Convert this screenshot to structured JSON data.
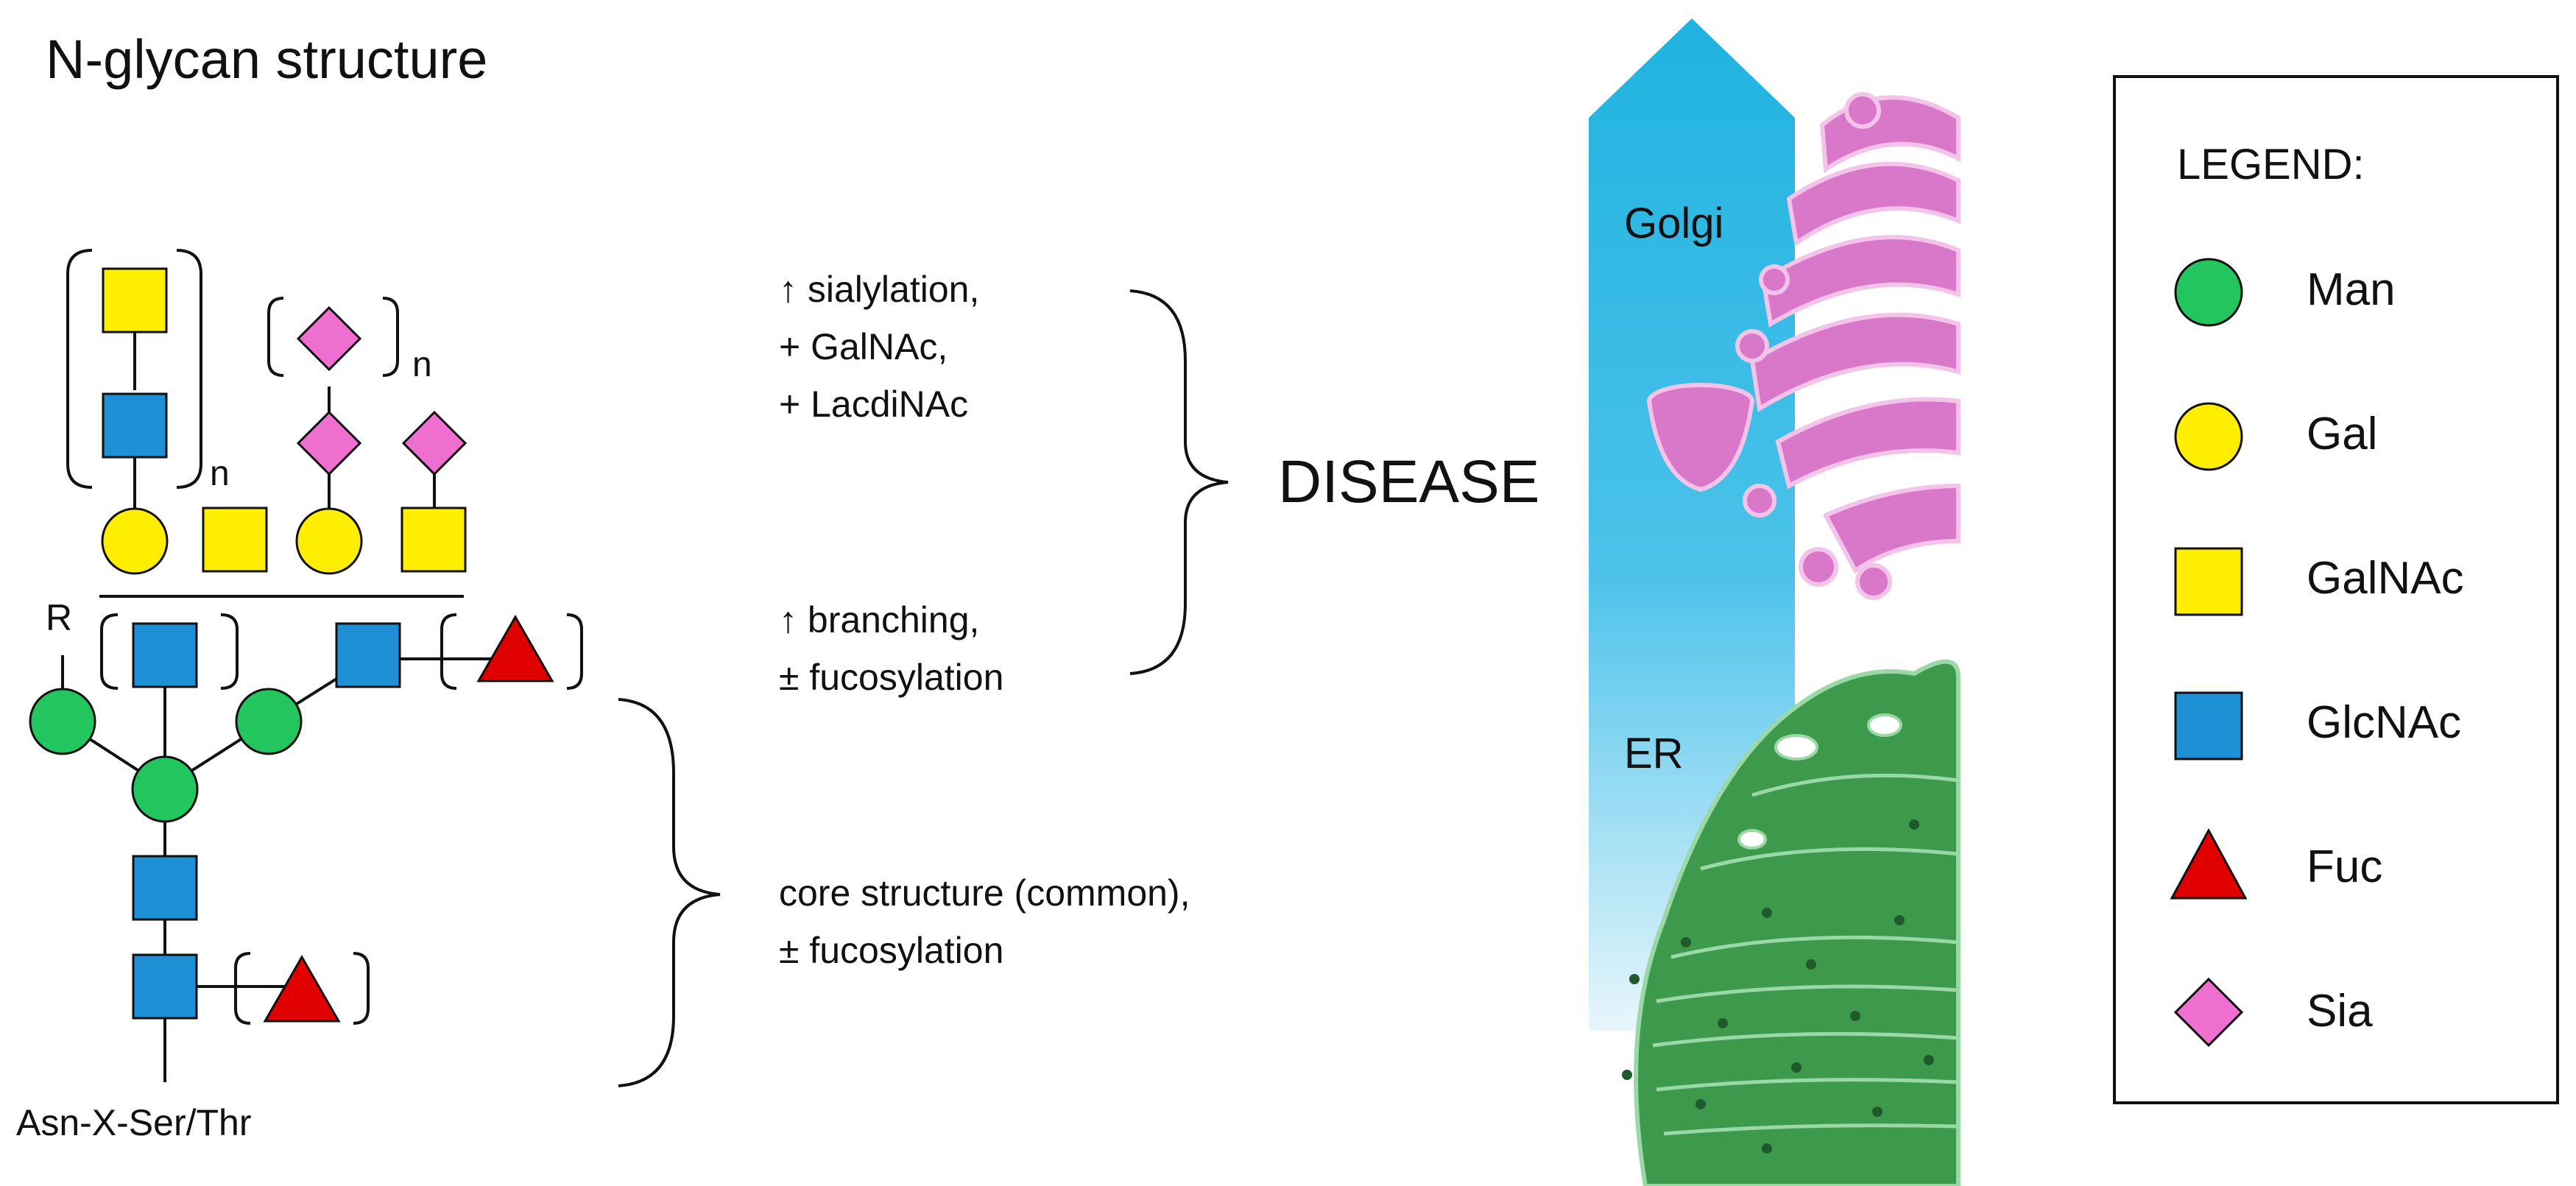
{
  "title": "N-glycan structure",
  "glycan": {
    "r_label": "R",
    "n_label_1": "n",
    "n_label_2": "n",
    "anchor_label": "Asn-X-Ser/Thr"
  },
  "notes": {
    "group1": [
      "↑ sialylation,",
      "+ GalNAc,",
      "+ LacdiNAc"
    ],
    "group2": [
      "↑ branching,",
      "± fucosylation"
    ],
    "group3": [
      "core structure (common),",
      "± fucosylation"
    ]
  },
  "disease_label": "DISEASE",
  "organelles": {
    "golgi": "Golgi",
    "er": "ER"
  },
  "legend": {
    "title": "LEGEND:",
    "items": [
      {
        "label": "Man",
        "shape": "circle",
        "color": "#22c55e"
      },
      {
        "label": "Gal",
        "shape": "circle",
        "color": "#ffee00"
      },
      {
        "label": "GalNAc",
        "shape": "square",
        "color": "#ffee00"
      },
      {
        "label": "GlcNAc",
        "shape": "square",
        "color": "#1e90d6"
      },
      {
        "label": "Fuc",
        "shape": "triangle",
        "color": "#e10000"
      },
      {
        "label": "Sia",
        "shape": "diamond",
        "color": "#ee6fd0"
      }
    ]
  },
  "colors": {
    "arrow_top": "#1fb3e0",
    "arrow_bottom": "#e8f6fc",
    "golgi": "#d977c9",
    "er": "#3d9a4d"
  }
}
